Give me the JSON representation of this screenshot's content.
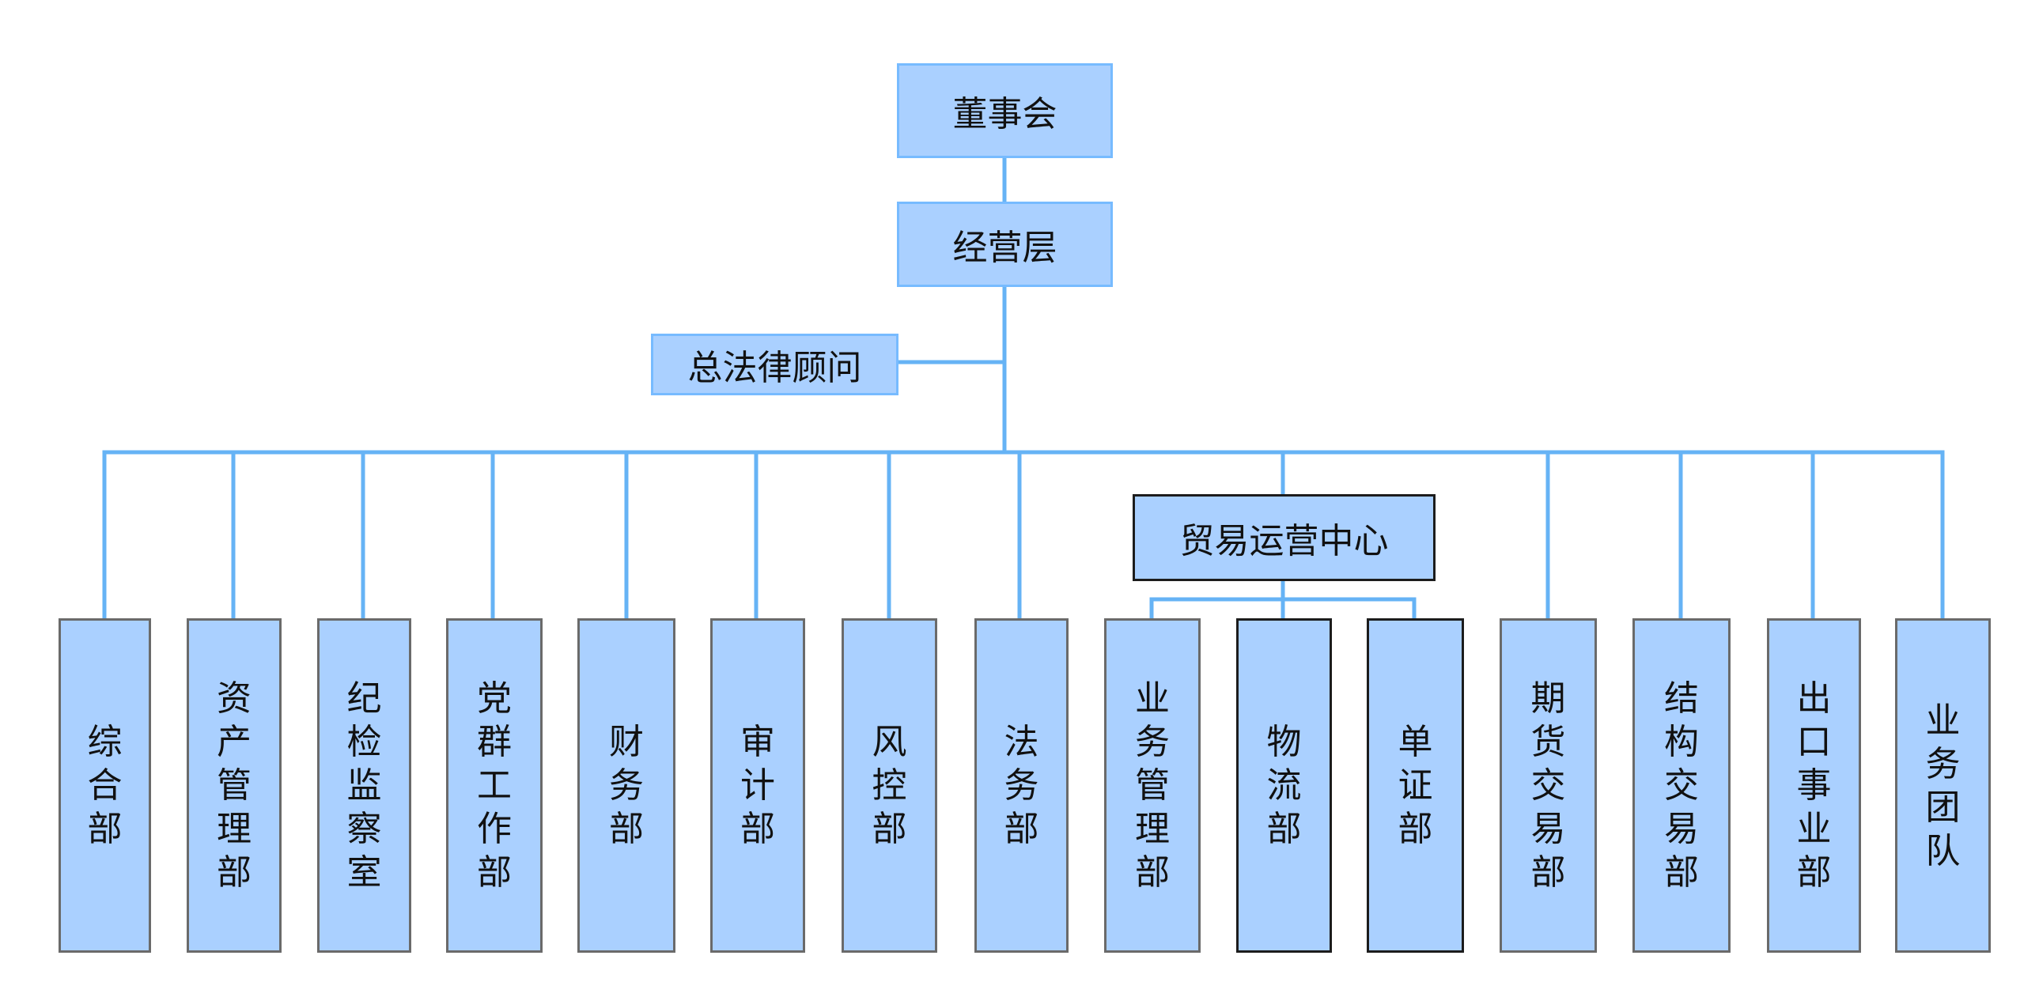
{
  "nodes": {
    "board": "董事会",
    "management": "经营层",
    "general_counsel": "总法律顾问",
    "trade_center": "贸易运营中心",
    "departments": [
      {
        "label": "综\n合\n部"
      },
      {
        "label": "资\n产\n管\n理\n部"
      },
      {
        "label": "纪\n检\n监\n察\n室"
      },
      {
        "label": "党\n群\n工\n作\n部"
      },
      {
        "label": "财\n务\n部"
      },
      {
        "label": "审\n计\n部"
      },
      {
        "label": "风\n控\n部"
      },
      {
        "label": "法\n务\n部"
      },
      {
        "label": "业\n务\n管\n理\n部"
      },
      {
        "label": "物\n流\n部"
      },
      {
        "label": "单\n证\n部"
      },
      {
        "label": "期\n货\n交\n易\n部"
      },
      {
        "label": "结\n构\n交\n易\n部"
      },
      {
        "label": "出\n口\n事\n业\n部"
      },
      {
        "label": "业\n务\n团\n队"
      }
    ]
  },
  "colors": {
    "box_fill": "#aad0ff",
    "connector": "#66b3f5",
    "dept_border": "#6a6a6a",
    "dark_border": "#1c1c1c"
  }
}
